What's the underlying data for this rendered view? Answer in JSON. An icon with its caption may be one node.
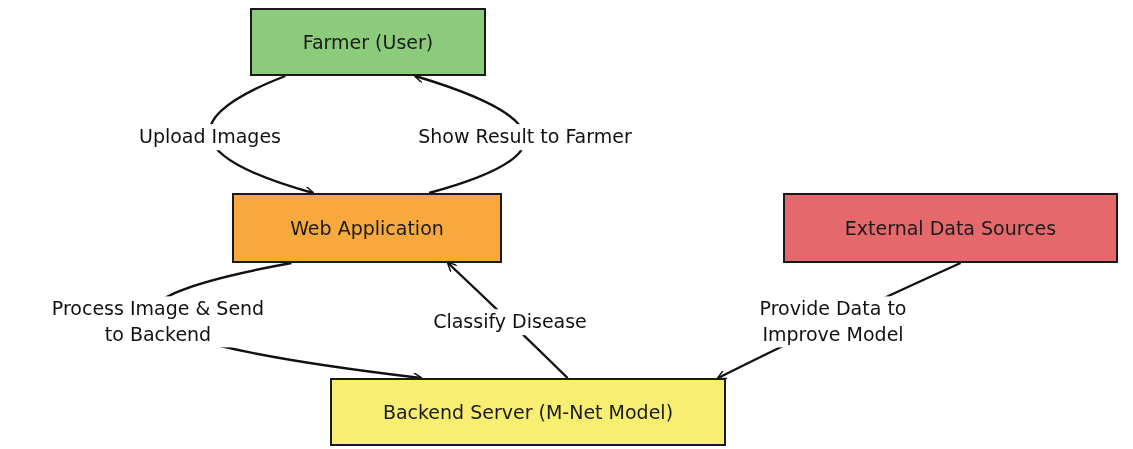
{
  "diagram": {
    "nodes": [
      {
        "text": [
          "Farmer (User)"
        ]
      },
      {
        "text": [
          "Web Application"
        ]
      },
      {
        "text": [
          "External Data Sources"
        ]
      },
      {
        "text": [
          "Backend Server (M-Net Model)"
        ]
      }
    ],
    "edges": [
      {
        "from": 0,
        "to": 1,
        "arrow": "to",
        "label": "Upload Images"
      },
      {
        "from": 1,
        "to": 0,
        "arrow": "to",
        "label": "Show Result to Farmer"
      },
      {
        "from": 1,
        "to": 3,
        "arrow": "to",
        "label": "Process Image & Send to Backend"
      },
      {
        "from": 3,
        "to": 1,
        "arrow": "to",
        "label": "Classify Disease"
      },
      {
        "from": 2,
        "to": 3,
        "arrow": "to",
        "label": "Provide Data to Improve Model"
      }
    ]
  }
}
